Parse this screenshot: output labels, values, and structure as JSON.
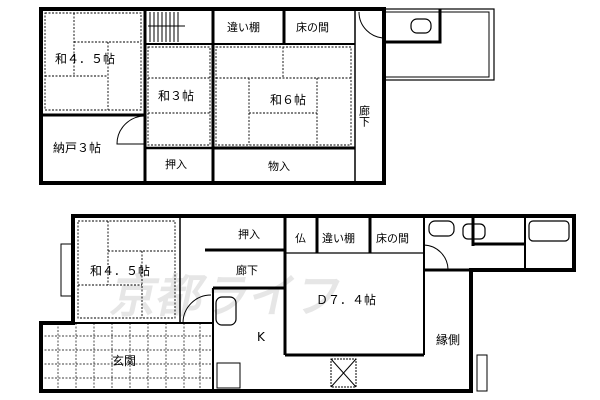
{
  "floor_plan": {
    "watermark": "京都ライフ",
    "upper_floor": {
      "rooms": [
        {
          "id": "washitsu-45-upper",
          "label": "和４．５帖"
        },
        {
          "id": "washitsu-3",
          "label": "和３帖"
        },
        {
          "id": "washitsu-6",
          "label": "和６帖"
        },
        {
          "id": "nando",
          "label": "納戸３帖"
        },
        {
          "id": "oshiire-upper",
          "label": "押入"
        },
        {
          "id": "monoire",
          "label": "物入"
        },
        {
          "id": "chigaidana-upper",
          "label": "違い棚"
        },
        {
          "id": "tokonoma-upper",
          "label": "床の間"
        },
        {
          "id": "rouka-upper",
          "label": "廊下"
        }
      ]
    },
    "lower_floor": {
      "rooms": [
        {
          "id": "washitsu-45-lower",
          "label": "和４．５帖"
        },
        {
          "id": "oshiire-lower",
          "label": "押入"
        },
        {
          "id": "butsudan",
          "label": "仏"
        },
        {
          "id": "chigaidana-lower",
          "label": "違い棚"
        },
        {
          "id": "tokonoma-lower",
          "label": "床の間"
        },
        {
          "id": "rouka-lower",
          "label": "廊下"
        },
        {
          "id": "dining",
          "label": "Ｄ７．４帖"
        },
        {
          "id": "kitchen",
          "label": "K"
        },
        {
          "id": "genkan",
          "label": "玄関"
        },
        {
          "id": "engawa",
          "label": "縁側"
        }
      ]
    }
  }
}
